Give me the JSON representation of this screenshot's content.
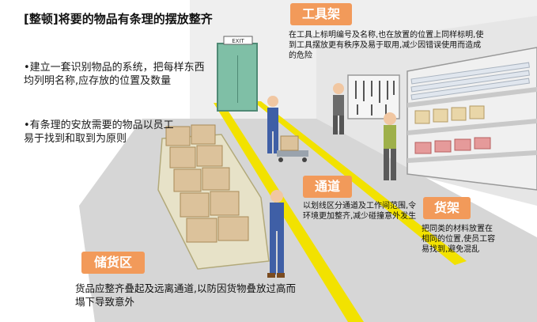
{
  "heading": {
    "bracket": "[整顿]",
    "text": "将要的物品有条理的摆放整齐"
  },
  "bullets": [
    "•建立一套识别物品的系统，把每样东西均列明名称,应存放的位置及数量",
    "•有条理的安放需要的物品以员工易于找到和取到为原则"
  ],
  "zones": {
    "tool_rack": {
      "label": "工具架",
      "note": "在工具上标明编号及名称,也在放置的位置上同样标明,使到工具摆放更有秩序及易于取用,减少因错误使用而造成的危险"
    },
    "aisle": {
      "label": "通道",
      "note": "以划线区分通道及工作间范围,令环境更加整齐,减少碰撞意外发生"
    },
    "shelf": {
      "label": "货架",
      "note": "把同类的材料放置在相同的位置,使员工容易找到,避免混乱"
    },
    "storage": {
      "label": "储货区",
      "note": "货品应整齐叠起及远离通道,以防因货物叠放过高而塌下导致意外"
    }
  },
  "exit_sign": "EXIT",
  "colors": {
    "tag": "#f29a5a",
    "floor": "#d9d9d9",
    "wall": "#eeeeee",
    "aisle_line": "#f2e200",
    "box": "#dcc29b",
    "door": "#7fbfa6"
  }
}
